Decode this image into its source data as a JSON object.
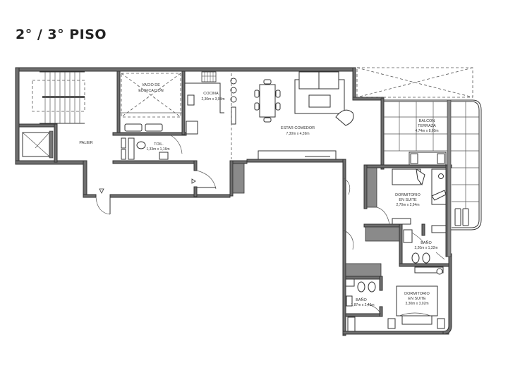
{
  "title": "2° / 3° PISO",
  "rooms": {
    "vacio": {
      "line1": "VACIO DE",
      "line2": "EDIFICACION"
    },
    "cocina": {
      "name": "COCINA",
      "dims": "2,30m x 3,08m"
    },
    "estar": {
      "name": "ESTAR COMEDOR",
      "dims": "7,30m x 4,39m"
    },
    "balcon": {
      "line1": "BALCON",
      "line2": "TERRAZA",
      "dims": "4,74m x 8,60m"
    },
    "palier": {
      "name": "PALIER"
    },
    "toil": {
      "name": "TOIL.",
      "dims": "1,33m x 1,16m"
    },
    "dorm1": {
      "line1": "DORMITORIO",
      "line2": "EN SUITE",
      "dims": "2,70m x 2,94m"
    },
    "bano1": {
      "name": "BAÑO",
      "dims": "2,20m x 1,32m"
    },
    "dorm2": {
      "line1": "DORMITORIO",
      "line2": "EN SUITE",
      "dims": "3,30m x 3,02m"
    },
    "bano2": {
      "name": "BAÑO",
      "dims": "1,87m x 2,45m"
    }
  },
  "colors": {
    "wall": "#6e6e6e",
    "line": "#333333",
    "background": "#ffffff"
  }
}
